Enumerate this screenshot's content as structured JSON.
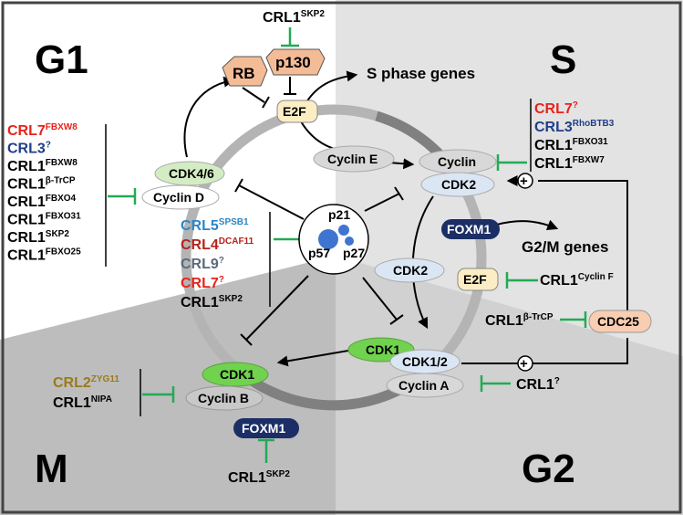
{
  "phases": {
    "g1": "G1",
    "s": "S",
    "m": "M",
    "g2": "G2"
  },
  "top_regulator": {
    "name": "CRL1",
    "sub": "SKP2"
  },
  "nodes": {
    "rb": "RB",
    "p130": "p130",
    "e2f_top": "E2F",
    "s_phase_genes": "S phase genes",
    "cyclin_e": "Cyclin E",
    "cyclin_s": "Cyclin",
    "cdk2_s": "CDK2",
    "cdk46": "CDK4/6",
    "cyclin_d": "Cyclin D",
    "p21": "p21",
    "p57": "p57",
    "p27": "p27",
    "foxm1_g2": "FOXM1",
    "g2m_genes": "G2/M genes",
    "cdk2_g2": "CDK2",
    "e2f_g2": "E2F",
    "cdc25": "CDC25",
    "cdk1_mid": "CDK1",
    "cdk12": "CDK1/2",
    "cyclin_a": "Cyclin A",
    "cdk1_m": "CDK1",
    "cyclin_b": "Cyclin B",
    "foxm1_m": "FOXM1",
    "plus1": "+",
    "plus2": "+"
  },
  "regulators": {
    "g1_list": [
      {
        "name": "CRL7",
        "sub": "FBXW8",
        "color": "#e8221b"
      },
      {
        "name": "CRL3",
        "sub": "?",
        "color": "#1f3d8a"
      },
      {
        "name": "CRL1",
        "sub": "FBXW8",
        "color": "#000000"
      },
      {
        "name": "CRL1",
        "sub": "β-TrCP",
        "color": "#000000"
      },
      {
        "name": "CRL1",
        "sub": "FBXO4",
        "color": "#000000"
      },
      {
        "name": "CRL1",
        "sub": "FBXO31",
        "color": "#000000"
      },
      {
        "name": "CRL1",
        "sub": "SKP2",
        "color": "#000000"
      },
      {
        "name": "CRL1",
        "sub": "FBXO25",
        "color": "#000000"
      }
    ],
    "s_list": [
      {
        "name": "CRL7",
        "sub": "?",
        "color": "#e8221b"
      },
      {
        "name": "CRL3",
        "sub": "RhoBTB3",
        "color": "#1f3d8a"
      },
      {
        "name": "CRL1",
        "sub": "FBXO31",
        "color": "#000000"
      },
      {
        "name": "CRL1",
        "sub": "FBXW7",
        "color": "#000000"
      }
    ],
    "cki_list": [
      {
        "name": "CRL5",
        "sub": "SPSB1",
        "color": "#2a86c8"
      },
      {
        "name": "CRL4",
        "sub": "DCAF11",
        "color": "#b5231c"
      },
      {
        "name": "CRL9",
        "sub": "?",
        "color": "#5a6a7a"
      },
      {
        "name": "CRL7",
        "sub": "?",
        "color": "#e8221b"
      },
      {
        "name": "CRL1",
        "sub": "SKP2",
        "color": "#000000"
      }
    ],
    "e2f_reg": {
      "name": "CRL1",
      "sub": "Cyclin F"
    },
    "cdc25_reg": {
      "name": "CRL1",
      "sub": "β-TrCP"
    },
    "cyclina_reg": {
      "name": "CRL1",
      "sub": "?"
    },
    "m_list": [
      {
        "name": "CRL2",
        "sub": "ZYG11",
        "color": "#9a7a1a"
      },
      {
        "name": "CRL1",
        "sub": "NIPA",
        "color": "#000000"
      }
    ],
    "foxm1_reg": {
      "name": "CRL1",
      "sub": "SKP2"
    }
  },
  "colors": {
    "inhibit_green": "#22aa55",
    "rb_fill": "#f4bc96",
    "e2f_fill": "#fbedc4",
    "cdk46_fill": "#d4ecc4",
    "cdk_green": "#70d24e",
    "cdk2_fill": "#dbe6f4",
    "cyclin_fill": "#d8d8d8",
    "foxm1_fill": "#1b2f66",
    "cdc25_fill": "#f8cdb2",
    "cki_dot": "#3f74d0"
  }
}
